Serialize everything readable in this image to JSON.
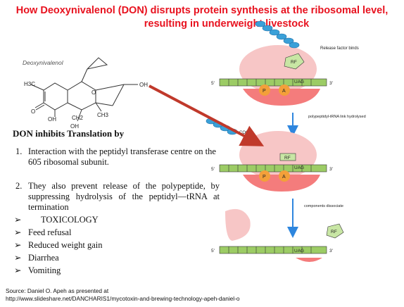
{
  "title": {
    "line1": "How Deoxynivalenol (DON) disrupts protein synthesis at the ribosomal level,",
    "line2": "resulting in underweight livestock"
  },
  "molecule": {
    "name": "Deoxynivalenol",
    "atoms": {
      "h3c": "H3C",
      "oh_right": "OH",
      "oh_left": "OH",
      "ch2": "CH2",
      "oh_bottom": "OH",
      "ch3": "CH3",
      "o_left": "O",
      "o_ring": "O"
    }
  },
  "content": {
    "heading": "DON inhibits Translation by",
    "item1_num": "1.",
    "item1_text": "Interaction with the peptidyl transferase centre on the 605 ribosomal subunit.",
    "item2_num": "2.",
    "item2_text": "They also prevent release of the polypeptide, by suppressing hydrolysis of the peptidyl—tRNA at termination",
    "toxicology_label": "TOXICOLOGY",
    "effects": [
      "Feed refusal",
      "Reduced weight gain",
      "Diarrhea",
      "Vomiting"
    ]
  },
  "diagram": {
    "release_factor_label": "Release factor binds",
    "rf_label": "RF",
    "p_site": "P",
    "a_site": "A",
    "codon": "UAG",
    "five_prime": "5'",
    "three_prime": "3'",
    "hydrolysis_label": "polypeptidyl-tRNA link hydrolysed",
    "coo_label": "COO⁻",
    "dissociate_label": "components dissociate"
  },
  "source": {
    "line1": "Source: Daniel O. Apeh as presented at",
    "line2": "http://www.slideshare.net/DANCHARIS1/mycotoxin-and-brewing-technology-apeh-daniel-o"
  },
  "colors": {
    "title": "#e8121f",
    "arrow": "#c0392b",
    "mrna": "#9ccc65",
    "large_subunit": "#f7c6c6",
    "small_subunit": "#f47c7c",
    "site": "#f3a03a",
    "rf": "#c8e6a4",
    "bead": "#3aa0d8",
    "flow_arrow": "#2e86de"
  }
}
